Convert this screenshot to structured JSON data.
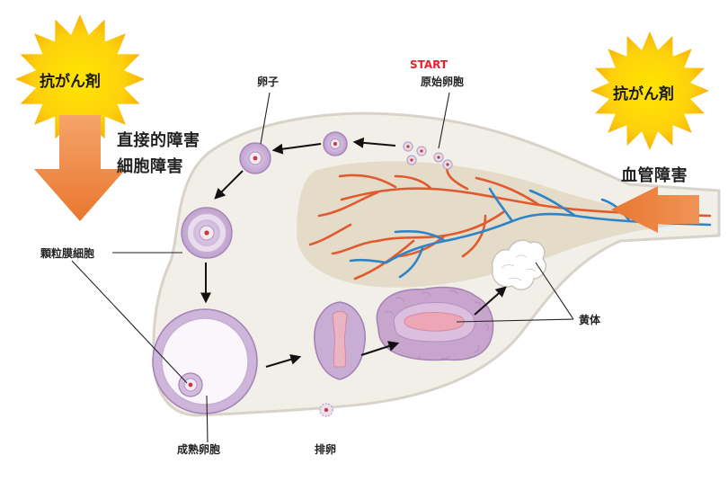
{
  "labels": {
    "anticancer_left": "抗がん剤",
    "anticancer_right": "抗がん剤",
    "direct_damage": "直接的障害",
    "cell_damage": "細胞障害",
    "vascular_damage": "血管障害",
    "start": "START",
    "primordial_follicle": "原始卵胞",
    "oocyte": "卵子",
    "granulosa_cells": "顆粒膜細胞",
    "mature_follicle": "成熟卵胞",
    "ovulation": "排卵",
    "corpus_luteum": "黄体"
  },
  "colors": {
    "burst_yellow": "#fcc50b",
    "burst_center": "#ffe200",
    "arrow_orange": "#ec7d37",
    "ovary_fill": "#f2efe9",
    "ovary_stroke": "#d6d1c8",
    "stroma": "#e4d8c4",
    "follicle": "#c9b1d4",
    "follicle_stroke": "#a07fb6",
    "corpus_luteum": "#c6a4cc",
    "corpus_core": "#eda6b6",
    "artery": "#e05a2e",
    "vein": "#2d84c6",
    "start_red": "#e8212b"
  }
}
